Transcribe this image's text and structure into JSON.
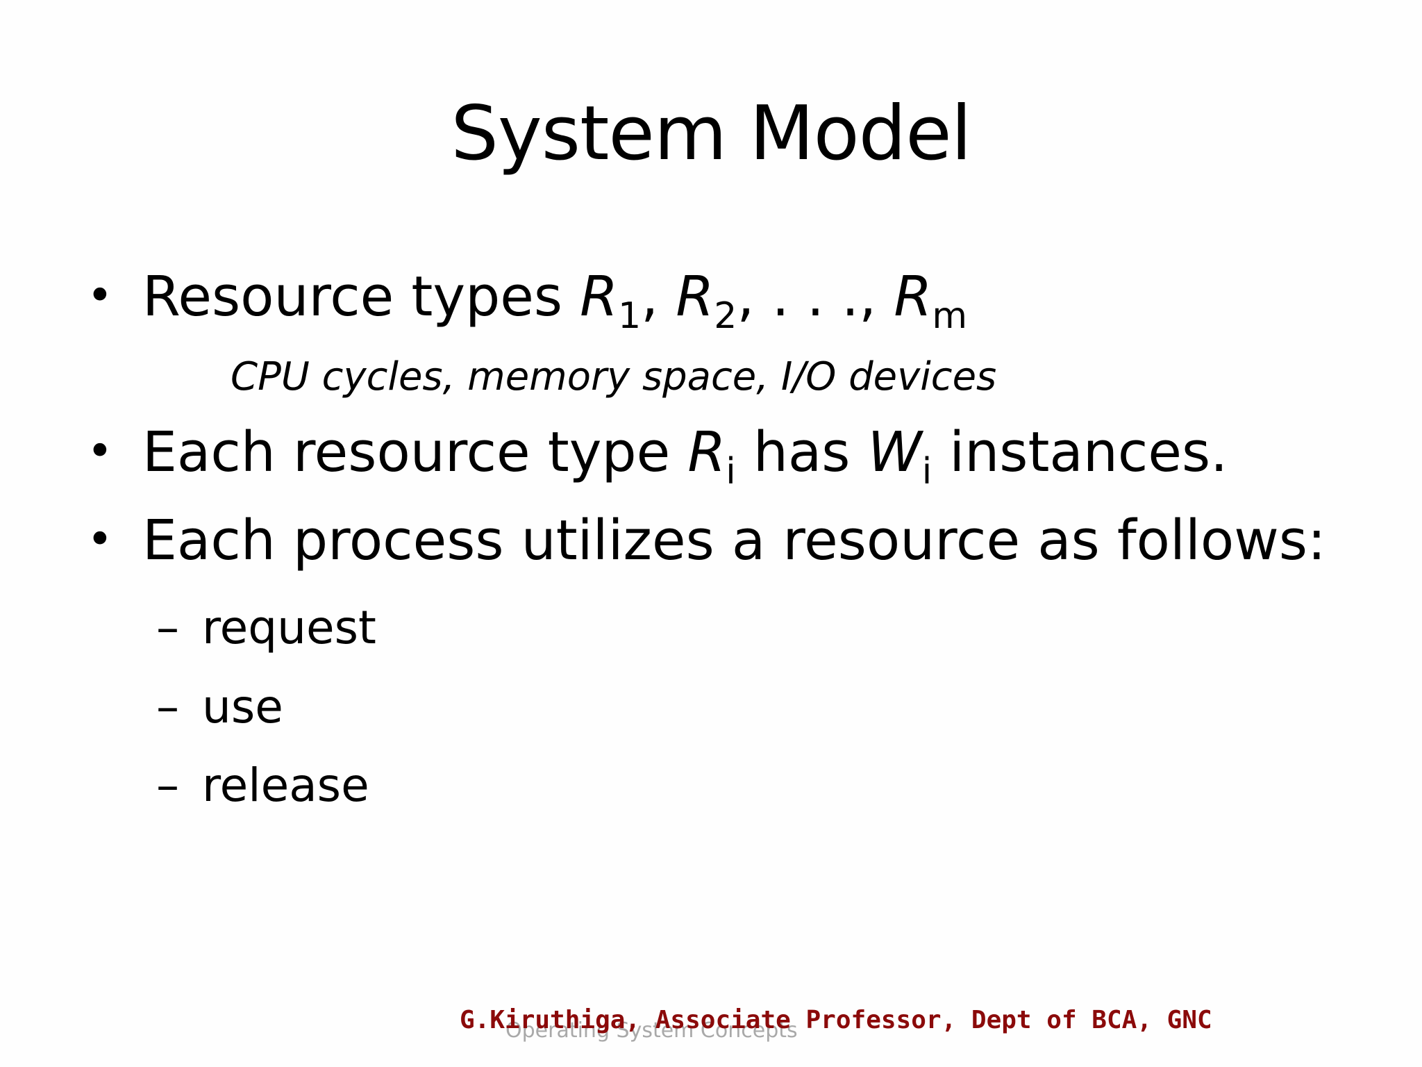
{
  "slide": {
    "title": "System Model",
    "bullets": [
      {
        "prefix": "Resource types ",
        "r": "R",
        "sub1": "1",
        "sep1": ", ",
        "sub2": "2",
        "sep2": ", . . ., ",
        "subm": "m"
      },
      {
        "prefix": "Each resource type ",
        "r": "R",
        "sub_i": "i",
        "middle": " has ",
        "w": "W",
        "sub_wi": "i",
        "suffix": " instances."
      },
      {
        "text": "Each process utilizes a resource as follows:"
      }
    ],
    "note": "CPU cycles, memory space, I/O devices",
    "steps": [
      {
        "dash": "–",
        "label": "request"
      },
      {
        "dash": "–",
        "label": "use"
      },
      {
        "dash": "–",
        "label": "release"
      }
    ],
    "bullet_char": "•",
    "footer_watermark": "Operating System Concepts",
    "footer_credit": "G.Kiruthiga, Associate Professor, Dept of BCA, GNC",
    "colors": {
      "credit": "#8b0a0a",
      "watermark": "#a9a9a9",
      "text": "#000000",
      "background": "#fefefe"
    }
  }
}
